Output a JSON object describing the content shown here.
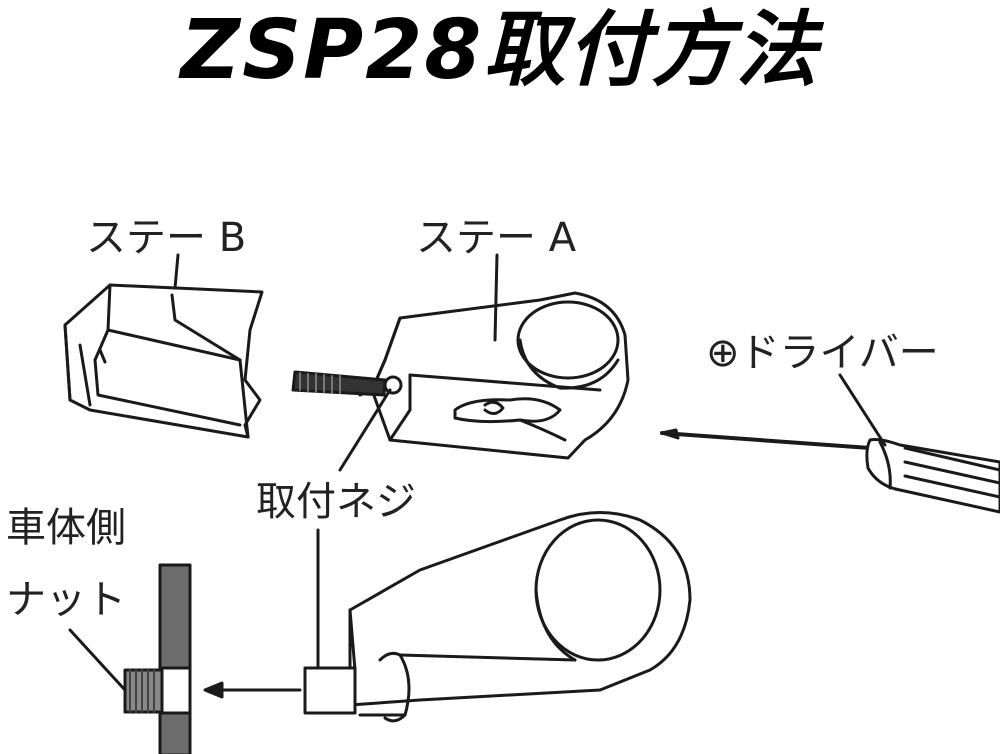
{
  "title": "ZSP28取付方法",
  "labels": {
    "stay_b": "ステー B",
    "stay_a": "ステー A",
    "screwdriver": "⊕ドライバー",
    "mounting_screw": "取付ネジ",
    "body_side_nut_line1": "車体側",
    "body_side_nut_line2": "ナット"
  },
  "colors": {
    "line": "#1a1a1a",
    "panel": "#6d6d6d",
    "part_fill": "#ffffff"
  }
}
